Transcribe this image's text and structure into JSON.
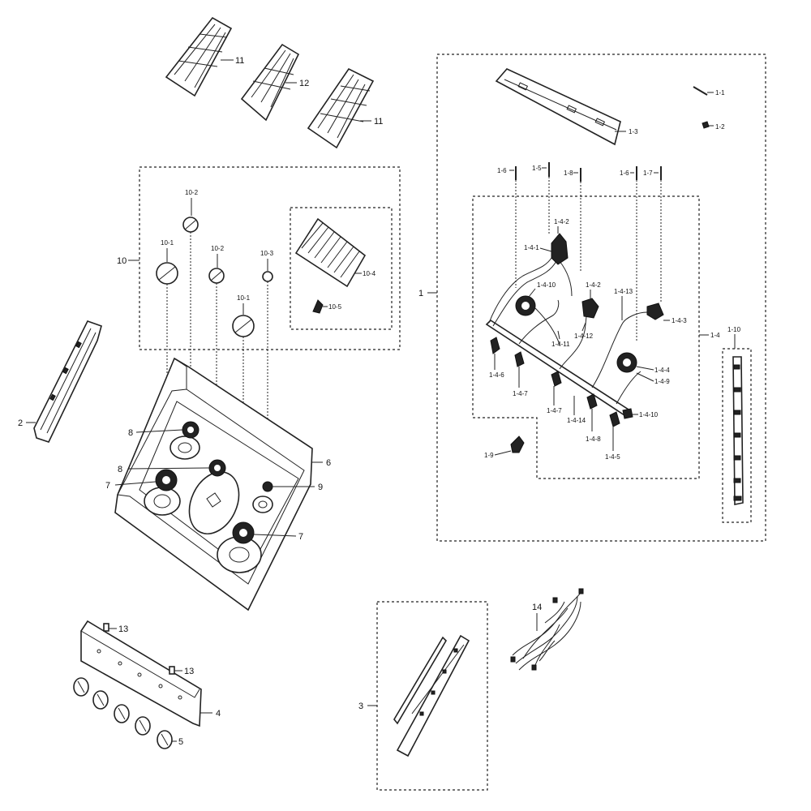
{
  "labels": {
    "p1": "1",
    "p1_1": "1-1",
    "p1_2": "1-2",
    "p1_3": "1-3",
    "p1_4": "1-4",
    "p1_4_1": "1-4-1",
    "p1_4_2a": "1-4-2",
    "p1_4_2b": "1-4-2",
    "p1_4_3": "1-4-3",
    "p1_4_4": "1-4-4",
    "p1_4_5": "1-4-5",
    "p1_4_6": "1-4-6",
    "p1_4_7a": "1-4-7",
    "p1_4_7b": "1-4-7",
    "p1_4_8": "1-4-8",
    "p1_4_9": "1-4-9",
    "p1_4_10a": "1-4-10",
    "p1_4_10b": "1-4-10",
    "p1_4_11": "1-4-11",
    "p1_4_12": "1-4-12",
    "p1_4_13": "1-4-13",
    "p1_4_14": "1-4-14",
    "p1_5": "1-5",
    "p1_6a": "1-6",
    "p1_6b": "1-6",
    "p1_7": "1-7",
    "p1_8": "1-8",
    "p1_9": "1-9",
    "p1_10": "1-10",
    "p2": "2",
    "p3": "3",
    "p4": "4",
    "p5": "5",
    "p6": "6",
    "p7a": "7",
    "p7b": "7",
    "p8a": "8",
    "p8b": "8",
    "p9": "9",
    "p10": "10",
    "p10_1a": "10-1",
    "p10_1b": "10-1",
    "p10_2a": "10-2",
    "p10_2b": "10-2",
    "p10_3": "10-3",
    "p10_4": "10-4",
    "p10_5": "10-5",
    "p11a": "11",
    "p11b": "11",
    "p12": "12",
    "p13a": "13",
    "p13b": "13",
    "p14": "14"
  },
  "colors": {
    "line": "#222222",
    "background": "#ffffff"
  }
}
